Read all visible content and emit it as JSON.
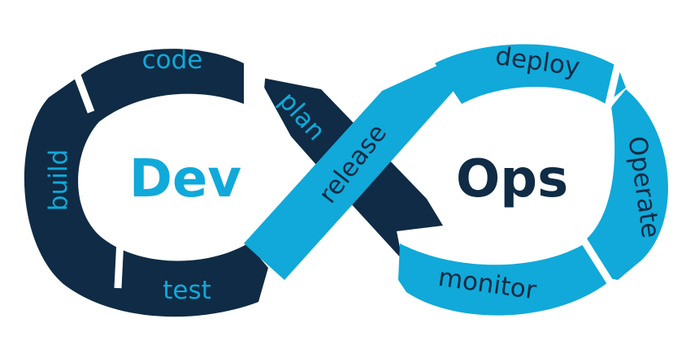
{
  "diagram": {
    "left_word": "Dev",
    "right_word": "Ops",
    "stages": {
      "plan": "plan",
      "code": "code",
      "build": "build",
      "test": "test",
      "release": "release",
      "deploy": "deploy",
      "operate": "Operate",
      "monitor": "monitor"
    }
  },
  "colors": {
    "dev_loop": "#0f2b45",
    "ops_loop": "#10a9d9",
    "background": "#ffffff"
  }
}
